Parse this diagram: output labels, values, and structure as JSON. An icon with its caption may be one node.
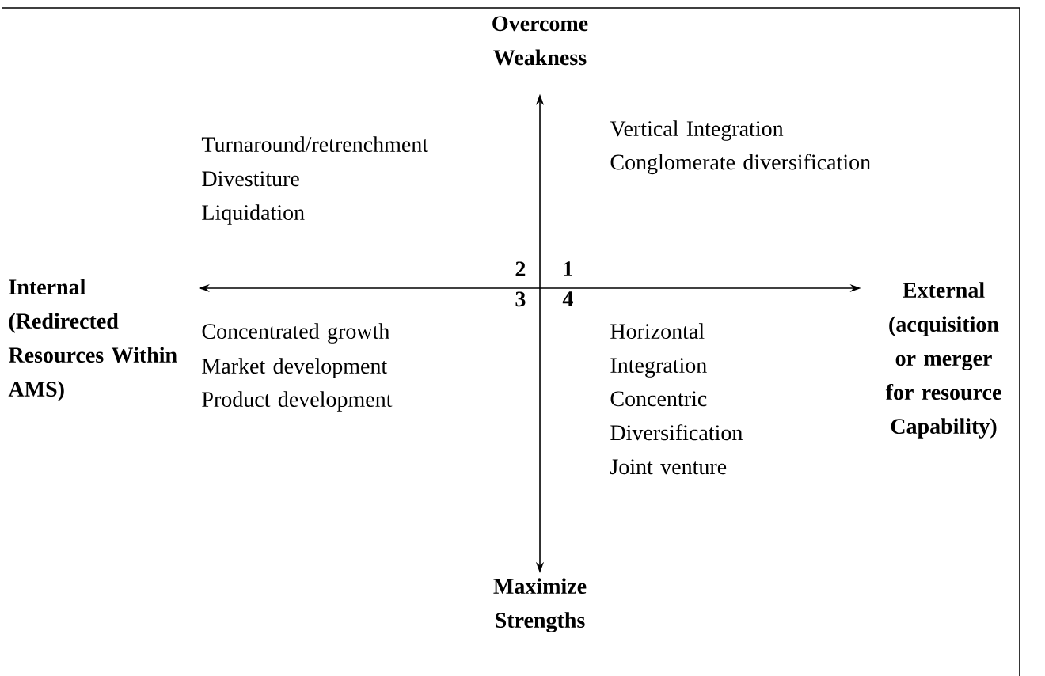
{
  "diagram": {
    "nodes": [
      {
        "text": [
          "Overcome Weakness"
        ]
      },
      {
        "text": [
          "Internal (Redirected Resources Within AMS)"
        ]
      },
      {
        "text": [
          "External (acquisition or merger for resource Capability)"
        ]
      },
      {
        "text": [
          "Maximize Strengths"
        ]
      }
    ],
    "edges": [
      {
        "from": 0,
        "to": 3,
        "arrow": "both"
      },
      {
        "from": 1,
        "to": 2,
        "arrow": "both"
      }
    ],
    "labels": [
      "Turnaround/retrenchment",
      "Divestiture",
      "Liquidation",
      "Vertical Integration",
      "Conglomerate diversification",
      "2",
      "1",
      "3",
      "4",
      "Concentrated growth",
      "Market development",
      "Product development",
      "Horizontal Integration",
      "Concentric Diversification",
      "Joint venture"
    ]
  }
}
